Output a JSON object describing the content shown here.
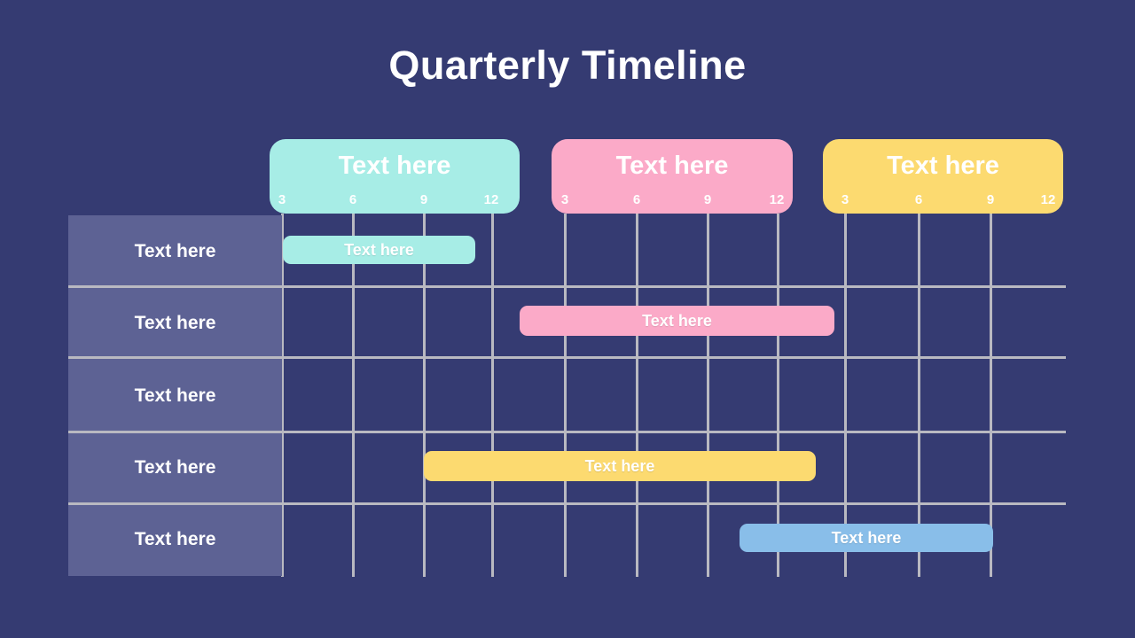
{
  "title": "Quarterly Timeline",
  "colors": {
    "background": "#353b72",
    "sidebar": "#5d6294",
    "grid_line": "#b9b9c1",
    "teal": "#a7ede6",
    "pink": "#fbaac8",
    "yellow": "#fcda70",
    "blue": "#89bee9",
    "text": "#ffffff"
  },
  "quarters": [
    {
      "label": "Text here",
      "color": "#a7ede6",
      "ticks": [
        "3",
        "6",
        "9",
        "12"
      ]
    },
    {
      "label": "Text here",
      "color": "#fbaac8",
      "ticks": [
        "3",
        "6",
        "9",
        "12"
      ]
    },
    {
      "label": "Text here",
      "color": "#fcda70",
      "ticks": [
        "3",
        "6",
        "9",
        "12"
      ]
    }
  ],
  "rows": [
    {
      "label": "Text here"
    },
    {
      "label": "Text here"
    },
    {
      "label": "Text here"
    },
    {
      "label": "Text here"
    },
    {
      "label": "Text here"
    }
  ],
  "bars": [
    {
      "label": "Text here",
      "row": 1,
      "color": "#a7ede6"
    },
    {
      "label": "Text here",
      "row": 2,
      "color": "#fbaac8"
    },
    {
      "label": "Text here",
      "row": 4,
      "color": "#fcda70"
    },
    {
      "label": "Text here",
      "row": 5,
      "color": "#89bee9"
    }
  ]
}
